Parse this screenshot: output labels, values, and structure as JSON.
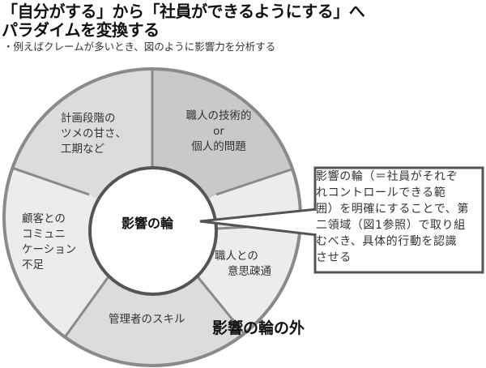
{
  "header": {
    "title_lines": [
      "「自分がする」から「社員ができるようにする」へ",
      "パラダイムを変換する"
    ],
    "subtitle": "・例えばクレームが多いとき、図のように影響力を分析する"
  },
  "diagram": {
    "center_label": "影響の輪",
    "outside_label": "影響の輪の外",
    "segments": [
      {
        "lines": [
          "計画段階の",
          "ツメの甘さ、",
          "工期など"
        ],
        "color": "#dcdcdc"
      },
      {
        "lines": [
          "職人の技術的",
          "or",
          "個人的問題"
        ],
        "color": "#c9c9c9"
      },
      {
        "lines": [],
        "color": "#ececec"
      },
      {
        "lines": [
          "職人との",
          "意思疎通"
        ],
        "color": "#ececec"
      },
      {
        "lines": [
          "管理者のスキル"
        ],
        "color": "#dcdcdc"
      },
      {
        "lines": [
          "顧客との",
          "コミュニ",
          "ケーション",
          "不足"
        ],
        "color": "#ececec"
      }
    ],
    "callout_lines": [
      "影響の輪（＝社員がそれぞ",
      "れコントロールできる範",
      "囲）を明確にすることで、第",
      "二領域（図1参照）で取り組",
      "むべき、具体的行動を認識",
      "させる"
    ]
  }
}
